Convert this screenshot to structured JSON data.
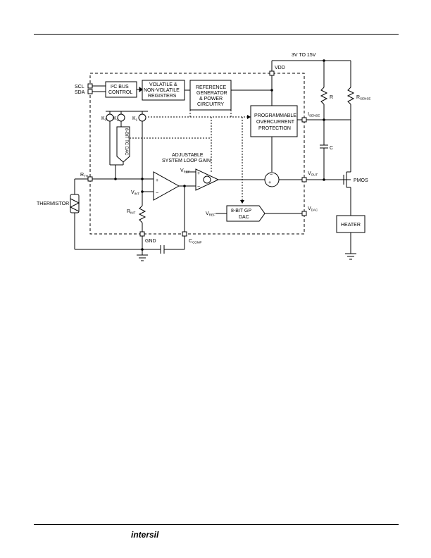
{
  "labels": {
    "supply": "3V TO 15V",
    "vdd": "VDD",
    "scl": "SCL",
    "sda": "SDA",
    "i2c_line1": "I²C BUS",
    "i2c_line2": "CONTROL",
    "registers_line1": "VOLATILE &",
    "registers_line2": "NON-VOLATILE",
    "registers_line3": "REGISTERS",
    "ref_line1": "REFERENCE",
    "ref_line2": "GENERATOR",
    "ref_line3": "& POWER",
    "ref_line4": "CIRCUITRY",
    "prog_line1": "PROGRAMMABLE",
    "prog_line2": "OVERCURRENT",
    "prog_line3": "PROTECTION",
    "tc_dac": "8-BIT TC DAC",
    "gain_line1": "ADJUSTABLE",
    "gain_line2": "SYSTEM LOOP GAIN",
    "vref": "V",
    "vref_sub": "REF",
    "vint": "V",
    "vint_sub": "INT",
    "rth": "R",
    "rth_sub": "TH",
    "rint": "R",
    "rint_sub": "INT",
    "thermistor": "THERMISTOR",
    "gp_dac_line1": "8-BIT GP",
    "gp_dac_line2": "DAC",
    "vdac": "V",
    "vdac_sub": "DAC",
    "vout": "V",
    "vout_sub": "OUT",
    "isense": "I",
    "isense_sub": "SENSE",
    "r": "R",
    "rsense": "R",
    "rsense_sub": "SENSE",
    "c": "C",
    "pmos": "PMOS",
    "heater": "HEATER",
    "gnd": "GND",
    "ccomp": "C",
    "ccomp_sub": "COMP",
    "k1": "K",
    "k1_sub": "1",
    "k2": "K",
    "k2_sub": "2",
    "k3": "K",
    "k3_sub": "3",
    "plus": "+",
    "minus": "−"
  },
  "footer": {
    "logo": "intersil"
  }
}
